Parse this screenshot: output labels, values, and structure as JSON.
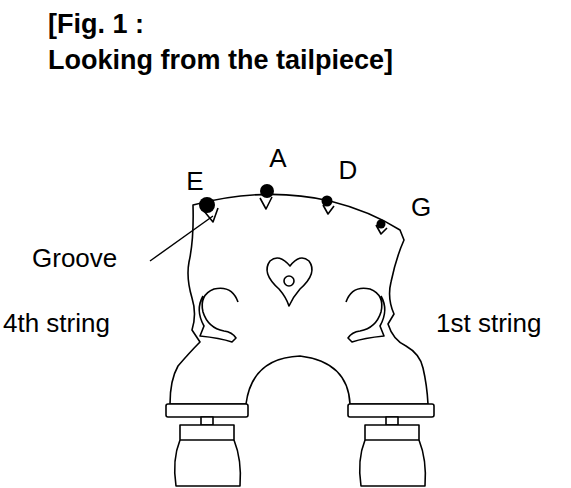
{
  "diagram": {
    "title": "[Fig. 1 : Looking from the tailpiece]",
    "labels": [
      "E",
      "A",
      "D",
      "G",
      "Groove",
      "4th string",
      "1st string"
    ]
  }
}
